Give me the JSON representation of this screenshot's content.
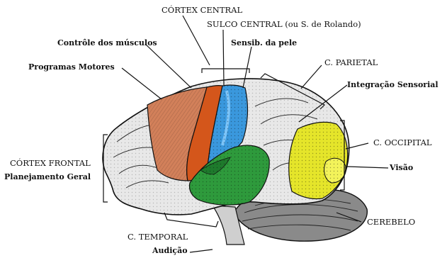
{
  "labels": {
    "cortex_central": "CÓRTEX CENTRAL",
    "sulco_central": "SULCO CENTRAL (ou S. de Rolando)",
    "controle_musculos": "Contrôle dos músculos",
    "sensib_pele": "Sensib. da pele",
    "programas_motores": "Programas Motores",
    "c_parietal": "C. PARIETAL",
    "integracao_sensorial": "Integração Sensorial",
    "c_occipital": "C. OCCIPITAL",
    "visao": "Visão",
    "cortex_frontal": "CÓRTEX FRONTAL",
    "planejamento_geral": "Planejamento Geral",
    "cerebelo": "CEREBELO",
    "c_temporal": "C. TEMPORAL",
    "audicao": "Audição"
  },
  "colors": {
    "premotor": "#d2805a",
    "motor": "#d4561b",
    "sensory": "#3a98dd",
    "temporal": "#2e9a3c",
    "occipital": "#e5e52a",
    "visual": "#f3f35a"
  }
}
